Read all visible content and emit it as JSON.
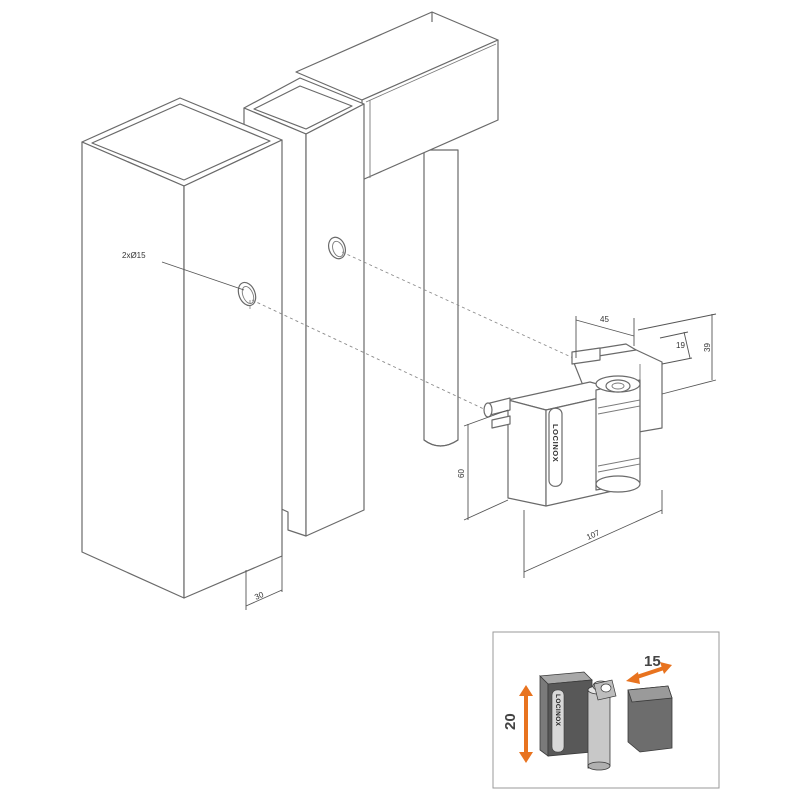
{
  "drawing": {
    "hole_callout": "2xØ15",
    "brand": "LOCINOX",
    "dimensions": {
      "depth": "45",
      "offset": "19",
      "height_right": "39",
      "height_left": "60",
      "length": "107",
      "post_width": "30"
    }
  },
  "inset": {
    "adjust_horizontal": "15",
    "adjust_vertical": "20",
    "brand": "LOCINOX",
    "arrow_color": "#e8731f",
    "border_color": "#9a9a9a"
  }
}
